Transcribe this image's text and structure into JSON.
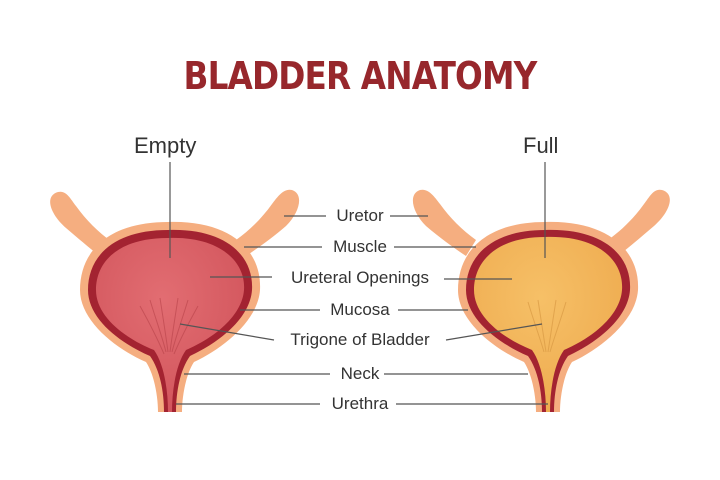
{
  "title": "BLADDER ANATOMY",
  "states": {
    "empty": "Empty",
    "full": "Full"
  },
  "labels": {
    "uretor": "Uretor",
    "muscle": "Muscle",
    "ureteral_openings": "Ureteral Openings",
    "mucosa": "Mucosa",
    "trigone": "Trigone of Bladder",
    "neck": "Neck",
    "urethra": "Urethra"
  },
  "colors": {
    "title": "#97272c",
    "outer_wall": "#f5ae80",
    "muscle_wall": "#a32331",
    "empty_fill": "#d85c62",
    "full_fill": "#f2b45a",
    "leader_line": "#555555"
  }
}
